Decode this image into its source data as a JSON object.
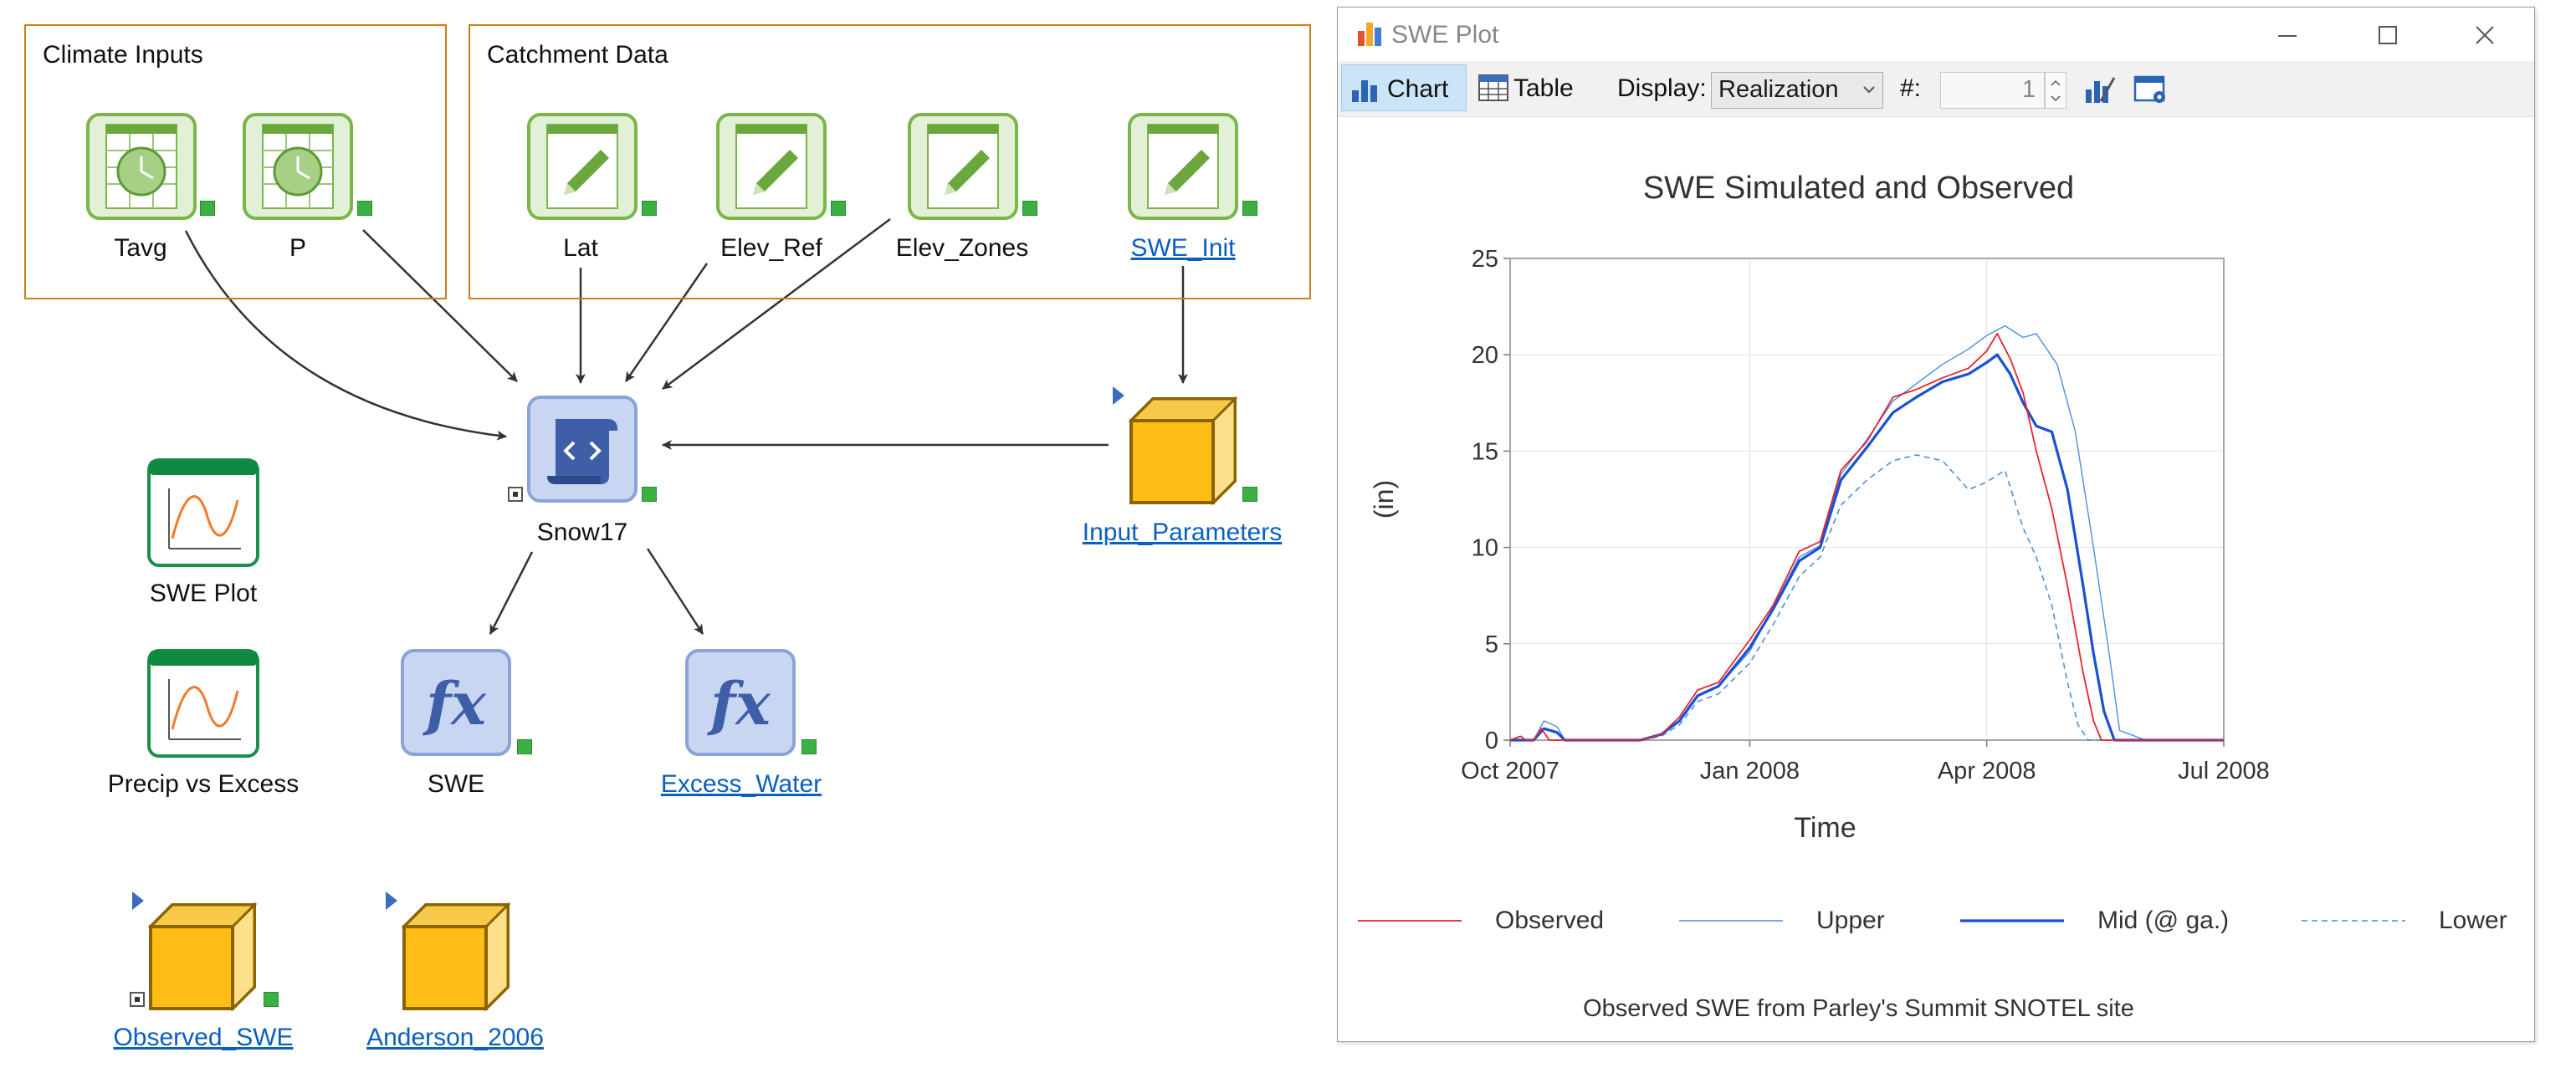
{
  "model": {
    "containers": {
      "climate_inputs": "Climate Inputs",
      "catchment_data": "Catchment Data"
    },
    "nodes": {
      "tavg": "Tavg",
      "p": "P",
      "lat": "Lat",
      "elev_ref": "Elev_Ref",
      "elev_zones": "Elev_Zones",
      "swe_init": "SWE_Init",
      "snow17": "Snow17",
      "input_parameters": "Input_Parameters",
      "swe_plot": "SWE Plot",
      "precip_vs_excess": "Precip vs Excess",
      "swe": "SWE",
      "excess_water": "Excess_Water",
      "observed_swe": "Observed_SWE",
      "anderson_2006": "Anderson_2006"
    }
  },
  "window": {
    "title": "SWE Plot",
    "toolbar": {
      "chart_tab": "Chart",
      "table_tab": "Table",
      "display_label": "Display:",
      "display_value": "Realization",
      "number_label": "#:",
      "number_value": "1"
    }
  },
  "colors": {
    "observed": "#e8242b",
    "upper": "#4a8fe0",
    "mid": "#1a4fd6",
    "lower": "#4a8fe0",
    "container_border": "#c8801e",
    "link": "#0b5fbf"
  },
  "chart_data": {
    "type": "line",
    "title": "SWE Simulated and Observed",
    "xlabel": "Time",
    "ylabel": "(in)",
    "ylim": [
      0,
      25
    ],
    "yticks": [
      0,
      5,
      10,
      15,
      20,
      25
    ],
    "x_range": [
      "2007-10-01",
      "2008-07-01"
    ],
    "xticks": [
      {
        "date": "2007-10-01",
        "label": "Oct 2007"
      },
      {
        "date": "2008-01-01",
        "label": "Jan 2008"
      },
      {
        "date": "2008-04-01",
        "label": "Apr 2008"
      },
      {
        "date": "2008-07-01",
        "label": "Jul 2008"
      }
    ],
    "grid": true,
    "legend_position": "bottom",
    "footnote": "Observed SWE from Parley's Summit SNOTEL site",
    "series": [
      {
        "name": "Observed",
        "style": "solid",
        "x": [
          "2007-10-01",
          "2007-10-05",
          "2007-10-07",
          "2007-10-10",
          "2007-10-13",
          "2007-10-16",
          "2007-11-20",
          "2007-11-28",
          "2007-12-05",
          "2007-12-12",
          "2007-12-20",
          "2008-01-01",
          "2008-01-10",
          "2008-01-20",
          "2008-01-28",
          "2008-02-05",
          "2008-02-15",
          "2008-02-25",
          "2008-03-05",
          "2008-03-15",
          "2008-03-25",
          "2008-04-01",
          "2008-04-05",
          "2008-04-10",
          "2008-04-15",
          "2008-04-20",
          "2008-04-26",
          "2008-05-02",
          "2008-05-08",
          "2008-05-12",
          "2008-05-15",
          "2008-06-01",
          "2008-07-01"
        ],
        "y": [
          0,
          0.2,
          0,
          0,
          0.6,
          0,
          0,
          0.3,
          1.2,
          2.6,
          3.0,
          5.2,
          7.0,
          9.8,
          10.3,
          14.0,
          15.5,
          17.8,
          18.2,
          18.8,
          19.3,
          20.2,
          21.1,
          19.8,
          18.0,
          15.0,
          12.0,
          8.0,
          3.5,
          1.0,
          0,
          0,
          0
        ]
      },
      {
        "name": "Upper",
        "style": "solid-thin",
        "x": [
          "2007-10-01",
          "2007-10-10",
          "2007-10-14",
          "2007-10-19",
          "2007-10-22",
          "2007-11-20",
          "2007-11-28",
          "2007-12-05",
          "2007-12-12",
          "2007-12-20",
          "2008-01-01",
          "2008-01-10",
          "2008-01-20",
          "2008-01-28",
          "2008-02-05",
          "2008-02-15",
          "2008-02-25",
          "2008-03-05",
          "2008-03-15",
          "2008-03-25",
          "2008-04-01",
          "2008-04-08",
          "2008-04-15",
          "2008-04-20",
          "2008-04-28",
          "2008-05-05",
          "2008-05-12",
          "2008-05-18",
          "2008-05-22",
          "2008-06-01",
          "2008-07-01"
        ],
        "y": [
          0,
          0,
          1.0,
          0.7,
          0,
          0,
          0.3,
          1.0,
          2.3,
          2.8,
          4.6,
          6.9,
          9.5,
          10.1,
          13.8,
          15.6,
          17.6,
          18.5,
          19.5,
          20.3,
          21.0,
          21.5,
          20.9,
          21.1,
          19.5,
          16.0,
          10.0,
          4.5,
          0.5,
          0,
          0
        ]
      },
      {
        "name": "Mid (@ ga.)",
        "style": "solid-thick",
        "x": [
          "2007-10-01",
          "2007-10-10",
          "2007-10-14",
          "2007-10-19",
          "2007-10-22",
          "2007-11-20",
          "2007-11-28",
          "2007-12-05",
          "2007-12-12",
          "2007-12-20",
          "2008-01-01",
          "2008-01-10",
          "2008-01-20",
          "2008-01-28",
          "2008-02-05",
          "2008-02-15",
          "2008-02-25",
          "2008-03-05",
          "2008-03-15",
          "2008-03-25",
          "2008-04-01",
          "2008-04-05",
          "2008-04-10",
          "2008-04-15",
          "2008-04-20",
          "2008-04-26",
          "2008-05-02",
          "2008-05-08",
          "2008-05-12",
          "2008-05-16",
          "2008-05-20",
          "2008-06-01",
          "2008-07-01"
        ],
        "y": [
          0,
          0,
          0.6,
          0.4,
          0,
          0,
          0.3,
          1.0,
          2.3,
          2.8,
          4.8,
          6.8,
          9.3,
          10.0,
          13.5,
          15.2,
          17.0,
          17.8,
          18.6,
          19.0,
          19.6,
          20.0,
          19.0,
          17.5,
          16.3,
          16.0,
          13.0,
          8.0,
          4.5,
          1.5,
          0,
          0,
          0
        ]
      },
      {
        "name": "Lower",
        "style": "dashed",
        "x": [
          "2007-10-01",
          "2007-10-10",
          "2007-10-14",
          "2007-10-19",
          "2007-10-22",
          "2007-11-20",
          "2007-11-28",
          "2007-12-05",
          "2007-12-12",
          "2007-12-20",
          "2008-01-01",
          "2008-01-10",
          "2008-01-20",
          "2008-01-28",
          "2008-02-05",
          "2008-02-15",
          "2008-02-25",
          "2008-03-05",
          "2008-03-15",
          "2008-03-25",
          "2008-04-01",
          "2008-04-08",
          "2008-04-15",
          "2008-04-20",
          "2008-04-26",
          "2008-05-02",
          "2008-05-06",
          "2008-05-10",
          "2008-06-01",
          "2008-07-01"
        ],
        "y": [
          0,
          0,
          0.6,
          0.4,
          0,
          0,
          0.2,
          0.8,
          2.0,
          2.4,
          4.0,
          6.0,
          8.5,
          9.5,
          12.2,
          13.5,
          14.5,
          14.8,
          14.5,
          13.0,
          13.4,
          14.0,
          11.0,
          9.5,
          7.0,
          3.0,
          0.8,
          0,
          0,
          0
        ]
      }
    ]
  }
}
